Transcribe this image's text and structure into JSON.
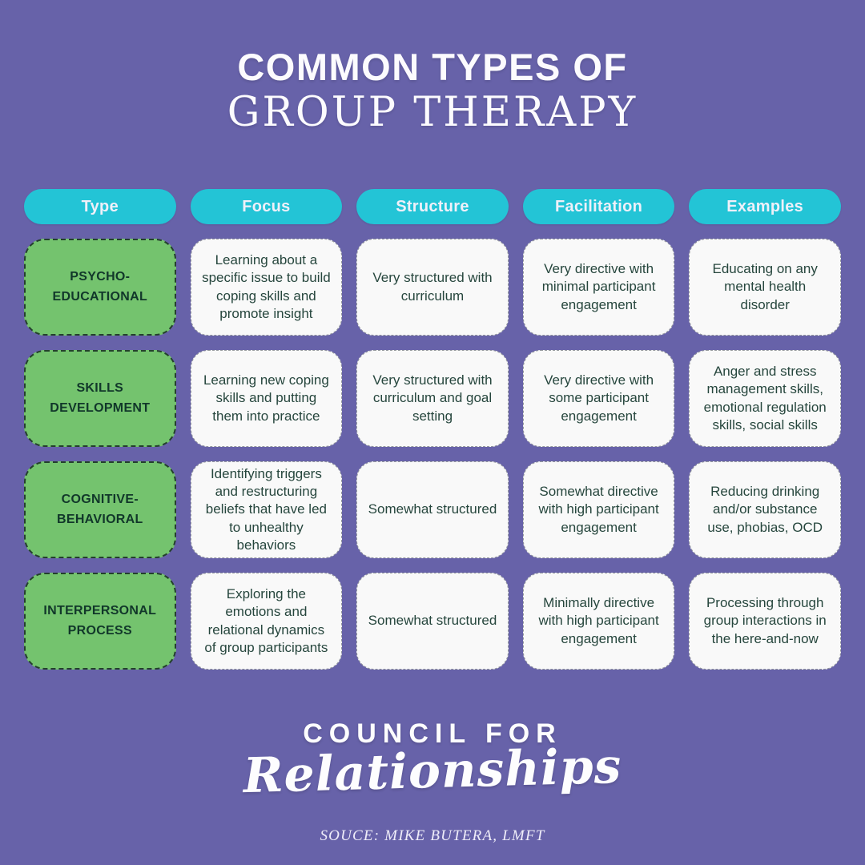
{
  "title": {
    "line1": "COMMON TYPES OF",
    "line2": "GROUP THERAPY"
  },
  "table": {
    "headers": [
      "Type",
      "Focus",
      "Structure",
      "Facilitation",
      "Examples"
    ],
    "rows": [
      {
        "type": "PSYCHO-EDUCATIONAL",
        "focus": "Learning about a specific issue to build coping skills and promote insight",
        "structure": "Very structured with curriculum",
        "facilitation": "Very directive with minimal participant engagement",
        "examples": "Educating on any mental health disorder"
      },
      {
        "type": "SKILLS DEVELOPMENT",
        "focus": "Learning new coping skills and putting them into practice",
        "structure": "Very structured with curriculum and goal setting",
        "facilitation": "Very directive with some participant engagement",
        "examples": "Anger and stress management skills, emotional regulation skills, social skills"
      },
      {
        "type": "COGNITIVE-BEHAVIORAL",
        "focus": "Identifying triggers and restructuring beliefs that have led to unhealthy behaviors",
        "structure": "Somewhat structured",
        "facilitation": "Somewhat directive with high participant engagement",
        "examples": "Reducing drinking and/or substance use, phobias, OCD"
      },
      {
        "type": "INTERPERSONAL PROCESS",
        "focus": "Exploring the emotions and relational dynamics of group participants",
        "structure": "Somewhat structured",
        "facilitation": "Minimally directive with high participant engagement",
        "examples": "Processing through group interactions in the here-and-now"
      }
    ]
  },
  "footer": {
    "brand_line1": "COUNCIL FOR",
    "brand_line2": "Relationships",
    "source": "SOUCE: MIKE BUTERA, LMFT"
  },
  "colors": {
    "background": "#6762a9",
    "header_pill": "#23c4d6",
    "type_cell_green": "#74c36e",
    "info_cell": "#f9f9f9",
    "type_text": "#11372a",
    "body_text": "#26463d",
    "light_text": "#eff0f9"
  },
  "chart_data": {
    "type": "table",
    "title": "COMMON TYPES OF GROUP THERAPY",
    "columns": [
      "Type",
      "Focus",
      "Structure",
      "Facilitation",
      "Examples"
    ],
    "rows": [
      [
        "PSYCHO-EDUCATIONAL",
        "Learning about a specific issue to build coping skills and promote insight",
        "Very structured with curriculum",
        "Very directive with minimal participant engagement",
        "Educating on any mental health disorder"
      ],
      [
        "SKILLS DEVELOPMENT",
        "Learning new coping skills and putting them into practice",
        "Very structured with curriculum and goal setting",
        "Very directive with some participant engagement",
        "Anger and stress management skills, emotional regulation skills, social skills"
      ],
      [
        "COGNITIVE-BEHAVIORAL",
        "Identifying triggers and restructuring beliefs that have led to unhealthy behaviors",
        "Somewhat structured",
        "Somewhat directive with high participant engagement",
        "Reducing drinking and/or substance use, phobias, OCD"
      ],
      [
        "INTERPERSONAL PROCESS",
        "Exploring the emotions and relational dynamics of group participants",
        "Somewhat structured",
        "Minimally directive with high participant engagement",
        "Processing through group interactions in the here-and-now"
      ]
    ],
    "source": "SOUCE: MIKE BUTERA, LMFT"
  }
}
